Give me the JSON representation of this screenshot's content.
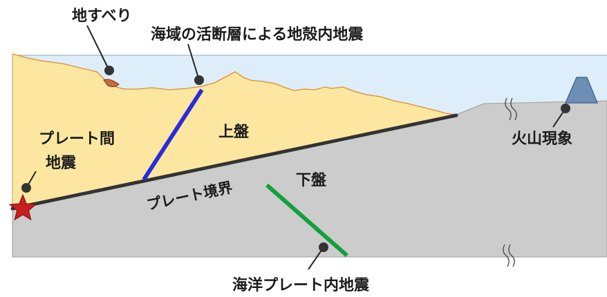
{
  "labels": {
    "landslide": "地すべり",
    "crustal_eq": "海域の活断層による地殻内地震",
    "upper_plate": "上盤",
    "interplate_eq_line1": "プレート間",
    "interplate_eq_line2": "地震",
    "lower_plate": "下盤",
    "plate_boundary": "プレート境界",
    "volcanic": "火山現象",
    "intraslab_eq": "海洋プレート内地震"
  },
  "colors": {
    "sea": "#ddeefa",
    "upper_plate": "#fde7a0",
    "coastline": "#e08a2a",
    "lower_plate": "#cccccc",
    "plate_boundary": "#333333",
    "crustal_fault": "#2b2bdd",
    "intraslab_fault": "#12a03c",
    "epicenter_star": "#c81e1e",
    "volcano": "#6e8fb5"
  },
  "icons": {
    "epicenter": "star-icon",
    "volcano": "volcano-icon",
    "landslide": "landslide-icon",
    "break_mark": "break-mark-icon"
  }
}
